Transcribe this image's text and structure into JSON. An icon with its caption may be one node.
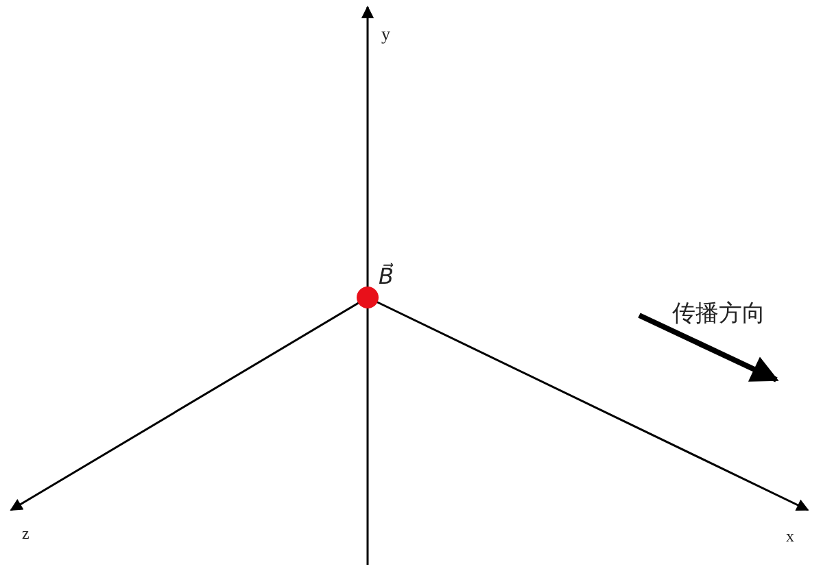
{
  "diagram": {
    "labels": [
      "y",
      "B⃗",
      "传播方向",
      "z",
      "x"
    ]
  }
}
